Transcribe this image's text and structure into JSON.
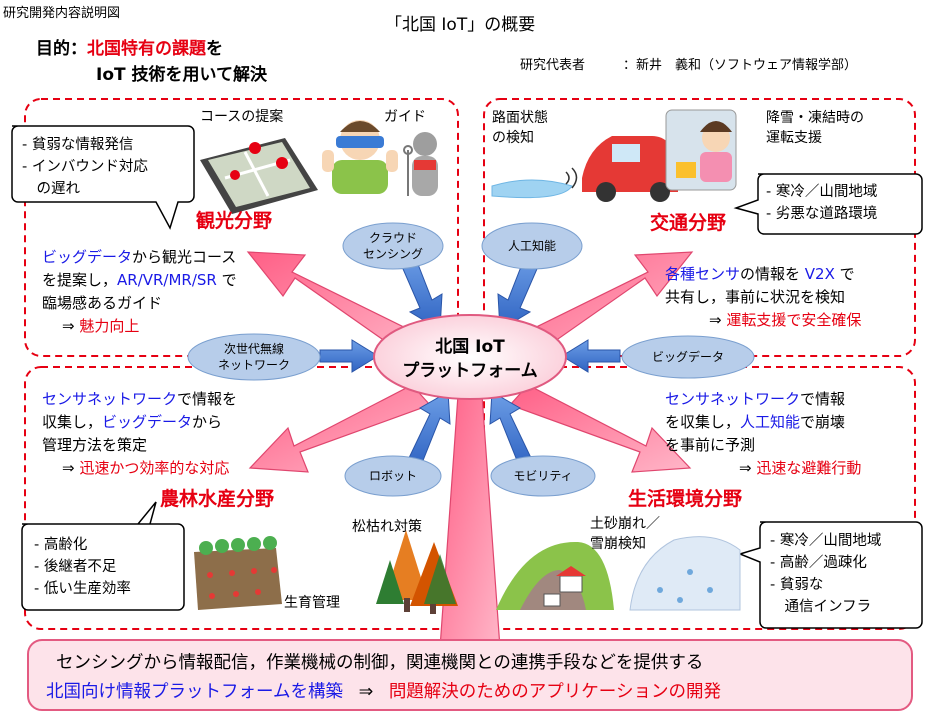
{
  "header": {
    "doc_label": "研究開発内容説明図",
    "title": "「北国 IoT」の概要",
    "purpose_label": "目的：",
    "purpose_highlight": "北国特有の課題",
    "purpose_rest1": "を",
    "purpose_line2": "IoT 技術を用いて解決",
    "representative_label": "研究代表者",
    "representative_name": "：新井　義和（ソフトウェア情報学部）"
  },
  "center": {
    "line1": "北国 IoT",
    "line2": "プラットフォーム"
  },
  "inputs": {
    "crowd": [
      "クラウド",
      "センシング"
    ],
    "ai": "人工知能",
    "wireless": [
      "次世代無線",
      "ネットワーク"
    ],
    "bigdata": "ビッグデータ",
    "robot": "ロボット",
    "mobility": "モビリティ"
  },
  "tourism": {
    "title": "観光分野",
    "img_course": "コースの提案",
    "img_guide": "ガイド",
    "issues": [
      "- 貧弱な情報発信",
      "- インバウンド対応",
      "　の遅れ"
    ],
    "desc_blue1": "ビッグデータ",
    "desc_rest1": "から観光コース",
    "desc_line2a": "を提案し，",
    "desc_blue2": "AR/VR/MR/SR",
    "desc_line2b": " で",
    "desc_line3": "臨場感あるガイド",
    "result_arrow": "⇒",
    "result": "魅力向上"
  },
  "traffic": {
    "title": "交通分野",
    "img_road": [
      "路面状態",
      "の検知"
    ],
    "img_support": [
      "降雪・凍結時の",
      "運転支援"
    ],
    "issues": [
      "- 寒冷／山間地域",
      "- 劣悪な道路環境"
    ],
    "desc_blue1": "各種センサ",
    "desc_rest1": "の情報を ",
    "desc_blue2": "V2X",
    "desc_rest2": " で",
    "desc_line2": "共有し，事前に状況を検知",
    "result_arrow": "⇒",
    "result": "運転支援で安全確保"
  },
  "agriculture": {
    "title": "農林水産分野",
    "img_pine": "松枯れ対策",
    "img_growth": "生育管理",
    "issues": [
      "- 高齢化",
      "- 後継者不足",
      "- 低い生産効率"
    ],
    "desc_blue1": "センサネットワーク",
    "desc_rest1": "で情報を",
    "desc_line2a": "収集し，",
    "desc_blue2": "ビッグデータ",
    "desc_line2b": "から",
    "desc_line3": "管理方法を策定",
    "result_arrow": "⇒",
    "result": "迅速かつ効率的な対応"
  },
  "living": {
    "title": "生活環境分野",
    "img_landslide": [
      "土砂崩れ／",
      "雪崩検知"
    ],
    "issues": [
      "- 寒冷／山間地域",
      "- 高齢／過疎化",
      "- 貧弱な",
      "　通信インフラ"
    ],
    "desc_blue1": "センサネットワーク",
    "desc_rest1": "で情報",
    "desc_line2a": "を収集し，",
    "desc_blue2": "人工知能",
    "desc_line2b": "で崩壊",
    "desc_line3": "を事前に予測",
    "result_arrow": "⇒",
    "result": "迅速な避難行動"
  },
  "bottom": {
    "line1": "センシングから情報配信，作業機械の制御，関連機関との連携手段などを提供する",
    "line2_blue": "北国向け情報プラットフォームを構築",
    "line2_arrow": "⇒",
    "line2_red": "問題解決のためのアプリケーションの開発"
  },
  "colors": {
    "red_text": "#e60012",
    "blue_text": "#1a1ae6",
    "arrow_pink": "#ff6f8f",
    "arrow_blue": "#4a7fd4",
    "ellipse_fill": "#b7cdea",
    "center_fill": "#fde3ea",
    "bottom_fill": "#fde3ea"
  }
}
